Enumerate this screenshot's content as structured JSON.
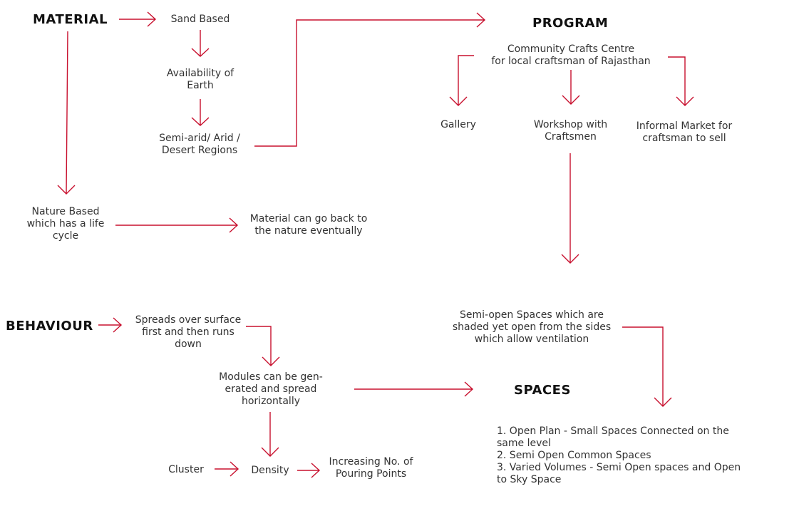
{
  "colors": {
    "arrow": "#c8102e",
    "text": "#333333",
    "heading": "#111111"
  },
  "headings": {
    "material": "MATERIAL",
    "program": "PROGRAM",
    "behaviour": "BEHAVIOUR",
    "spaces": "SPACES"
  },
  "material": {
    "sand_based": "Sand Based",
    "availability": "Availability of\nEarth",
    "regions": "Semi-arid/ Arid /\nDesert Regions",
    "nature_based": "Nature Based\nwhich has a life\ncycle",
    "back_to_nature": "Material can go back to\nthe nature eventually"
  },
  "program": {
    "centre": "Community Crafts Centre\nfor local craftsman of Rajasthan",
    "gallery": "Gallery",
    "workshop": "Workshop with\nCraftsmen",
    "market": "Informal Market for\ncraftsman to sell",
    "semi_open": "Semi-open Spaces which are\nshaded yet open from the sides\nwhich allow ventilation"
  },
  "behaviour": {
    "spreads": "Spreads over surface\nfirst and then runs\ndown",
    "modules": "Modules can be gen-\nerated and spread\nhorizontally",
    "cluster": "Cluster",
    "density": "Density",
    "pouring": "Increasing No. of\nPouring Points"
  },
  "spaces": {
    "list": "1. Open Plan - Small Spaces Connected on   the\nsame level\n2. Semi Open Common Spaces\n3. Varied Volumes - Semi Open spaces and Open\nto Sky Space"
  }
}
